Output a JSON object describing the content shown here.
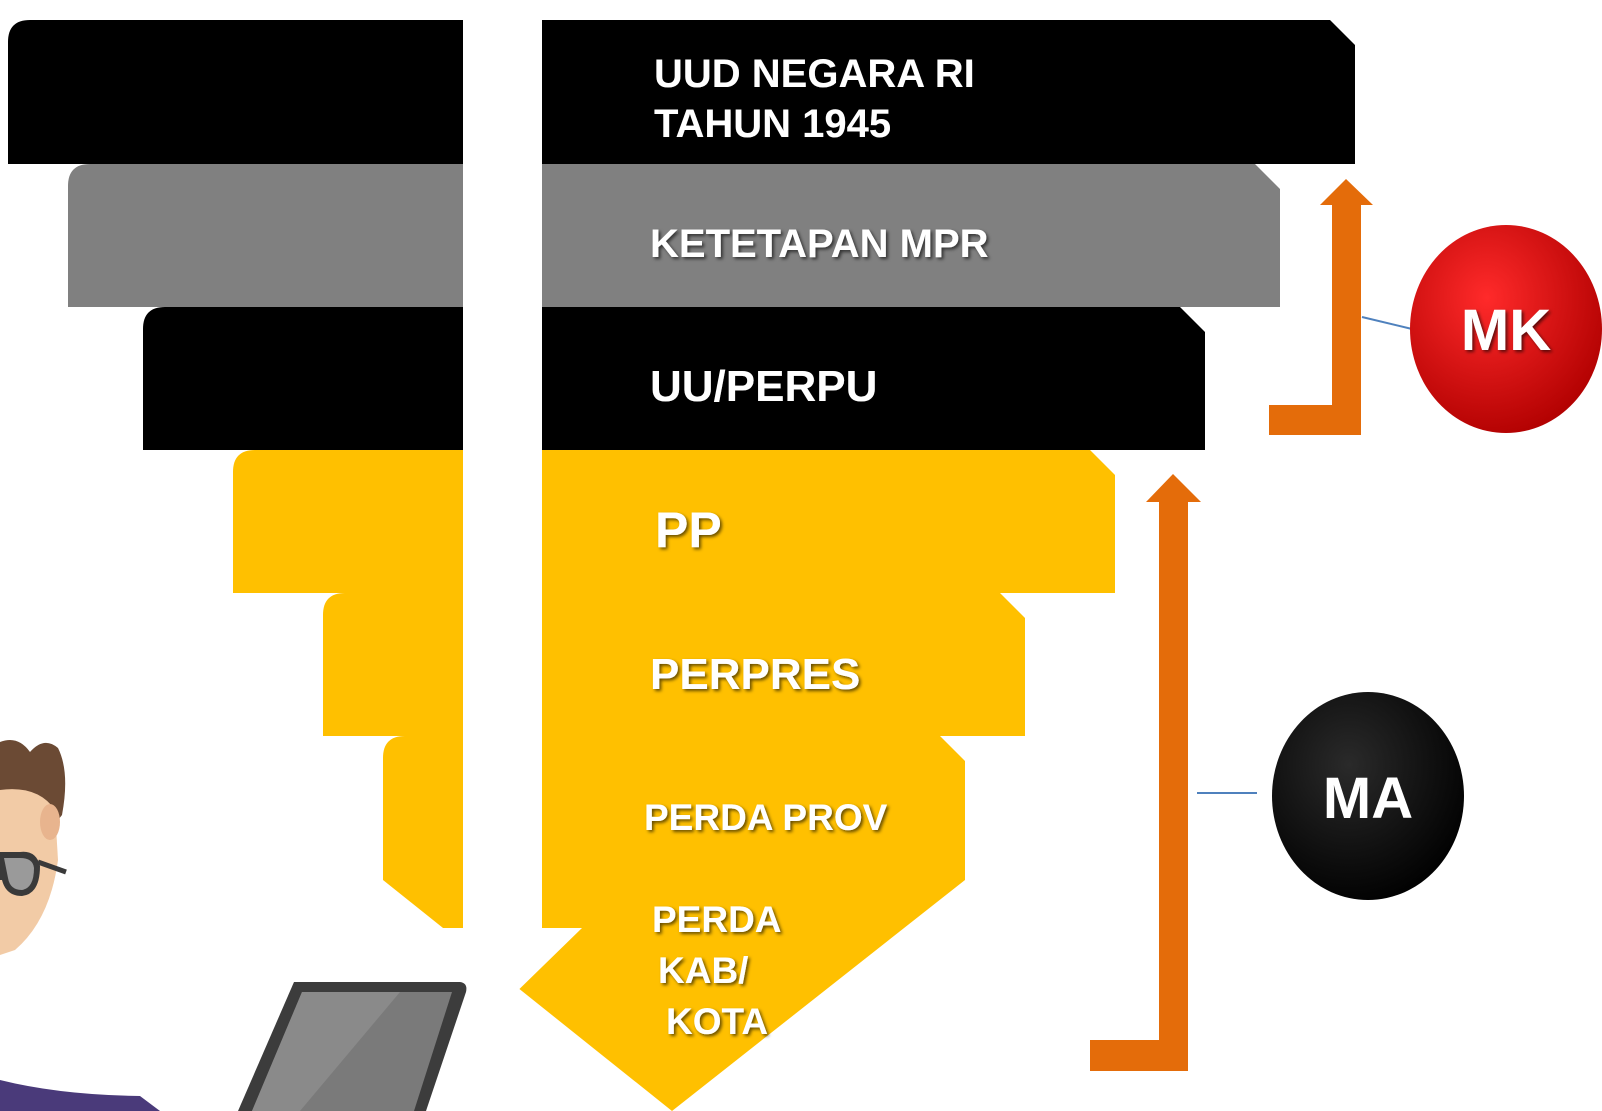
{
  "levels": [
    {
      "lines": [
        "UUD NEGARA RI",
        "TAHUN 1945"
      ],
      "color": "#000000"
    },
    {
      "lines": [
        "KETETAPAN MPR"
      ],
      "color": "#808080"
    },
    {
      "lines": [
        "UU/PERPU"
      ],
      "color": "#000000"
    },
    {
      "lines": [
        "PP"
      ],
      "color": "#FFC000"
    },
    {
      "lines": [
        "PERPRES"
      ],
      "color": "#FFC000"
    },
    {
      "lines": [
        "PERDA PROV"
      ],
      "color": "#FFC000"
    },
    {
      "lines": [
        "PERDA",
        "KAB/",
        "KOTA"
      ],
      "color": "#FFC000"
    }
  ],
  "courts": {
    "mk": {
      "label": "MK",
      "color": "#D40000"
    },
    "ma": {
      "label": "MA",
      "color": "#000000"
    }
  },
  "colors": {
    "text": "#ffffff",
    "bracket": "#E46C0A",
    "connector": "#4F81BD",
    "down_arrow": "#ffffff"
  },
  "illustration": "person-with-laptop"
}
